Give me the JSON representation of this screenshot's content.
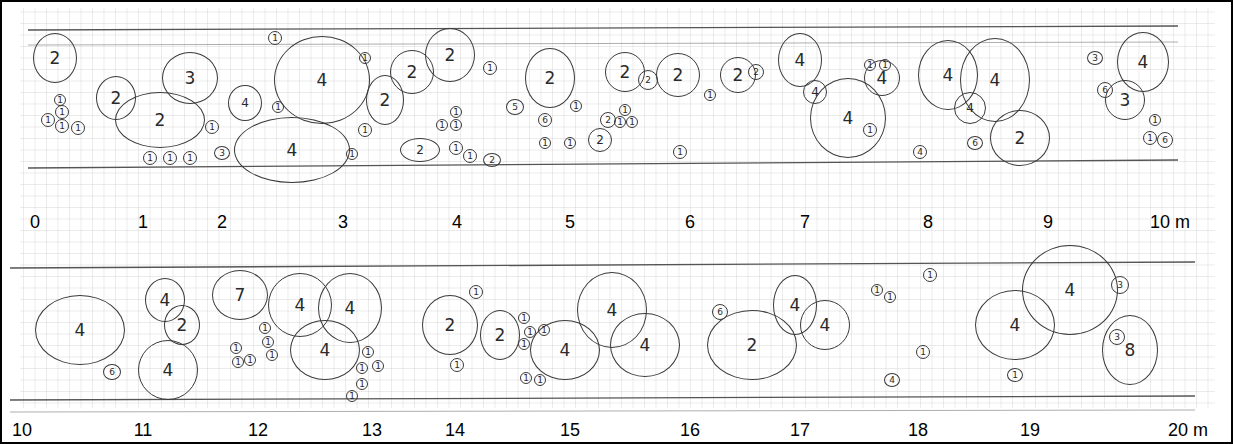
{
  "diagram": {
    "nodes": [
      {
        "text": [
          "2"
        ]
      },
      {
        "text": [
          "2"
        ]
      },
      {
        "text": [
          "2"
        ]
      },
      {
        "text": [
          "3"
        ]
      },
      {
        "text": [
          "4"
        ]
      },
      {
        "text": [
          "4"
        ]
      },
      {
        "text": [
          "4"
        ]
      },
      {
        "text": [
          "2"
        ]
      },
      {
        "text": [
          "2"
        ]
      },
      {
        "text": [
          "2"
        ]
      },
      {
        "text": [
          "1"
        ]
      },
      {
        "text": [
          "1"
        ]
      },
      {
        "text": [
          "1"
        ]
      },
      {
        "text": [
          "1"
        ]
      },
      {
        "text": [
          "1"
        ]
      },
      {
        "text": [
          "1"
        ]
      },
      {
        "text": [
          "1"
        ]
      },
      {
        "text": [
          "1"
        ]
      },
      {
        "text": [
          "3"
        ]
      },
      {
        "text": [
          "1"
        ]
      },
      {
        "text": [
          "1"
        ]
      },
      {
        "text": [
          "1"
        ]
      },
      {
        "text": [
          "1"
        ]
      },
      {
        "text": [
          "1"
        ]
      },
      {
        "text": [
          "1"
        ]
      },
      {
        "text": [
          "1"
        ]
      },
      {
        "text": [
          "1"
        ]
      },
      {
        "text": [
          "1"
        ]
      },
      {
        "text": [
          "1"
        ]
      },
      {
        "text": [
          "5"
        ]
      },
      {
        "text": [
          "2"
        ]
      },
      {
        "text": [
          "1"
        ]
      },
      {
        "text": [
          "1"
        ]
      },
      {
        "text": [
          "2"
        ]
      },
      {
        "text": [
          "2"
        ]
      },
      {
        "text": [
          "6"
        ]
      },
      {
        "text": [
          "1"
        ]
      },
      {
        "text": [
          "1"
        ]
      },
      {
        "text": [
          "1"
        ]
      },
      {
        "text": [
          "2"
        ]
      },
      {
        "text": [
          "2"
        ]
      },
      {
        "text": [
          "1"
        ]
      },
      {
        "text": [
          "1"
        ]
      },
      {
        "text": [
          "1"
        ]
      },
      {
        "text": [
          "2"
        ]
      },
      {
        "text": [
          "2"
        ]
      },
      {
        "text": [
          "2"
        ]
      },
      {
        "text": [
          "1"
        ]
      },
      {
        "text": [
          "2"
        ]
      },
      {
        "text": [
          "2"
        ]
      },
      {
        "text": [
          "1"
        ]
      },
      {
        "text": [
          "4"
        ]
      },
      {
        "text": [
          "4"
        ]
      },
      {
        "text": [
          "4"
        ]
      },
      {
        "text": [
          "1"
        ]
      },
      {
        "text": [
          "1"
        ]
      },
      {
        "text": [
          "4"
        ]
      },
      {
        "text": [
          "1"
        ]
      },
      {
        "text": [
          "4"
        ]
      },
      {
        "text": [
          "4"
        ]
      },
      {
        "text": [
          "4"
        ]
      },
      {
        "text": [
          "4"
        ]
      },
      {
        "text": [
          "2"
        ]
      },
      {
        "text": [
          "6"
        ]
      },
      {
        "text": [
          "3"
        ]
      },
      {
        "text": [
          "4"
        ]
      },
      {
        "text": [
          "6"
        ]
      },
      {
        "text": [
          "3"
        ]
      },
      {
        "text": [
          "1"
        ]
      },
      {
        "text": [
          "1"
        ]
      },
      {
        "text": [
          "6"
        ]
      },
      {
        "text": [
          "4"
        ]
      },
      {
        "text": [
          "4"
        ]
      },
      {
        "text": [
          "2"
        ]
      },
      {
        "text": [
          "4"
        ]
      },
      {
        "text": [
          "6"
        ]
      },
      {
        "text": [
          "7"
        ]
      },
      {
        "text": [
          "4"
        ]
      },
      {
        "text": [
          "4"
        ]
      },
      {
        "text": [
          "4"
        ]
      },
      {
        "text": [
          "1"
        ]
      },
      {
        "text": [
          "1"
        ]
      },
      {
        "text": [
          "1"
        ]
      },
      {
        "text": [
          "1"
        ]
      },
      {
        "text": [
          "1"
        ]
      },
      {
        "text": [
          "1"
        ]
      },
      {
        "text": [
          "1"
        ]
      },
      {
        "text": [
          "1"
        ]
      },
      {
        "text": [
          "1"
        ]
      },
      {
        "text": [
          "1"
        ]
      },
      {
        "text": [
          "1"
        ]
      },
      {
        "text": [
          "2"
        ]
      },
      {
        "text": [
          "1"
        ]
      },
      {
        "text": [
          "1"
        ]
      },
      {
        "text": [
          "2"
        ]
      },
      {
        "text": [
          "1"
        ]
      },
      {
        "text": [
          "1"
        ]
      },
      {
        "text": [
          "1"
        ]
      },
      {
        "text": [
          "1"
        ]
      },
      {
        "text": [
          "1"
        ]
      },
      {
        "text": [
          "1"
        ]
      },
      {
        "text": [
          "4"
        ]
      },
      {
        "text": [
          "4"
        ]
      },
      {
        "text": [
          "4"
        ]
      },
      {
        "text": [
          "6"
        ]
      },
      {
        "text": [
          "2"
        ]
      },
      {
        "text": [
          "4"
        ]
      },
      {
        "text": [
          "4"
        ]
      },
      {
        "text": [
          "1"
        ]
      },
      {
        "text": [
          "1"
        ]
      },
      {
        "text": [
          "1"
        ]
      },
      {
        "text": [
          "1"
        ]
      },
      {
        "text": [
          "4"
        ]
      },
      {
        "text": [
          "1"
        ]
      },
      {
        "text": [
          "4"
        ]
      },
      {
        "text": [
          "4"
        ]
      },
      {
        "text": [
          "3"
        ]
      },
      {
        "text": [
          "3"
        ]
      },
      {
        "text": [
          "8"
        ]
      }
    ],
    "labels": [
      "0",
      "1",
      "2",
      "3",
      "4",
      "5",
      "6",
      "7",
      "8",
      "9",
      "10 m",
      "10",
      "11",
      "12",
      "13",
      "14",
      "15",
      "16",
      "17",
      "18",
      "19",
      "20 m"
    ]
  }
}
